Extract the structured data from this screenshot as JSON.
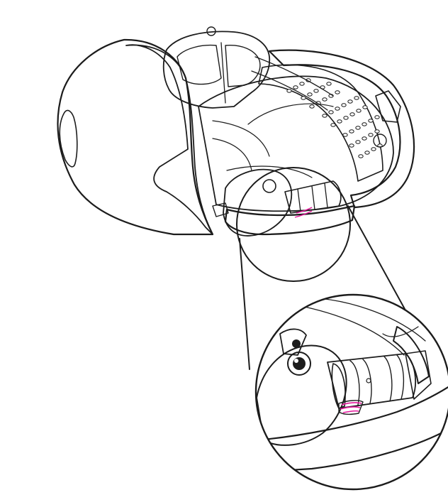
{
  "diagram": {
    "colors": {
      "background": "#ffffff",
      "line": "#1c1c1c",
      "shell": "#8b8b8b",
      "shell_dark": "#7a7a7a",
      "part_light": "#f3f3f3",
      "part_mid": "#dcdcdc",
      "highlight": "#e3169b"
    },
    "icons": {
      "overview": "helmet-assembly-illustration",
      "detail": "connector-detail-magnifier",
      "marker": "pink-clip-highlight"
    }
  }
}
